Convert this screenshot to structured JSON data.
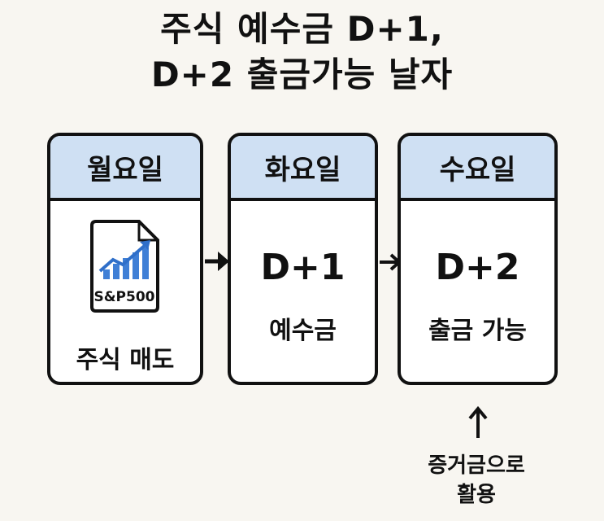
{
  "title": {
    "line1": "주식 예수금 D+1,",
    "line2": "D+2 출금가능 날자"
  },
  "days": [
    {
      "header": "월요일",
      "doc_label": "S&P500",
      "caption": "주식 매도"
    },
    {
      "header": "화요일",
      "main": "D+1",
      "caption": "예수금"
    },
    {
      "header": "수요일",
      "main": "D+2",
      "caption": "출금 가능"
    }
  ],
  "note": {
    "line1": "증거금으로",
    "line2": "활용"
  },
  "colors": {
    "header_bg": "#cfe0f3",
    "chart_blue": "#3f7fd6",
    "border": "#111111"
  },
  "icons": [
    "stock-chart-document-icon",
    "arrow-right-icon",
    "arrow-up-icon"
  ]
}
